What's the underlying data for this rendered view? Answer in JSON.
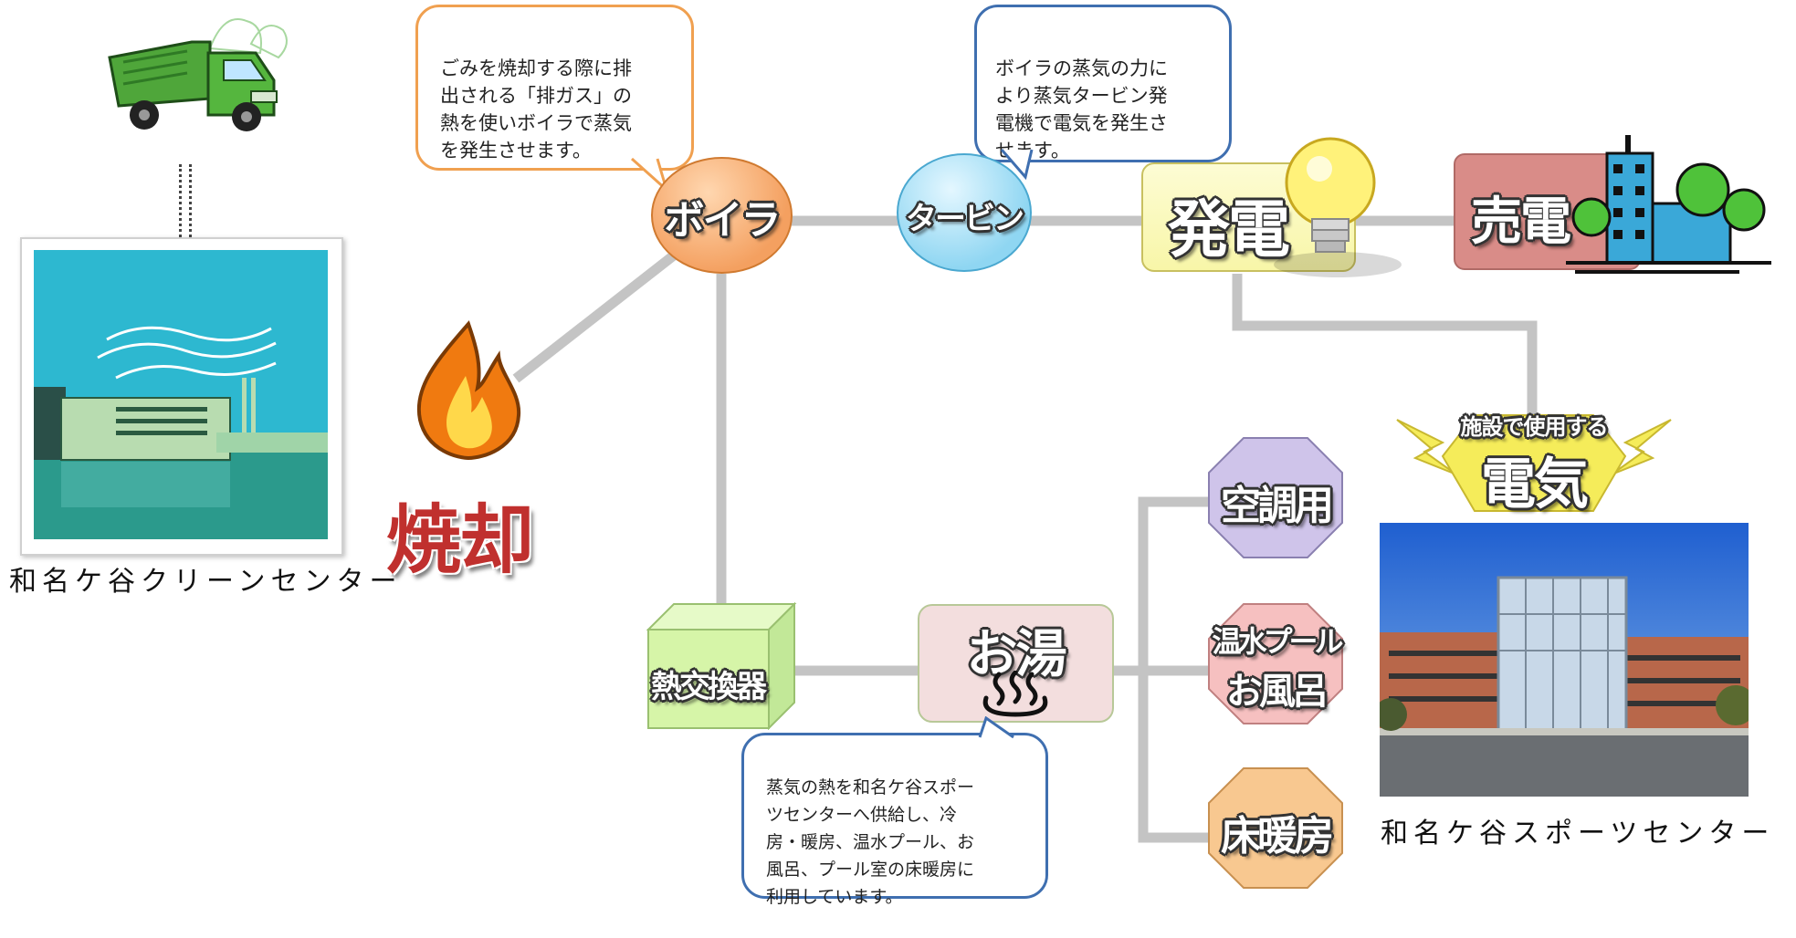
{
  "callouts": {
    "boiler": "ごみを焼却する際に排\n出される「排ガス」の\n熱を使いボイラで蒸気\nを発生させます。",
    "turbine": "ボイラの蒸気の力に\nより蒸気タービン発\n電機で電気を発生さ\nせます。",
    "hot_water": "蒸気の熱を和名ケ谷スポー\nツセンターへ供給し、冷\n房・暖房、温水プール、お\n風呂、プール室の床暖房に\n利用しています。"
  },
  "nodes": {
    "boiler": "ボイラ",
    "turbine": "タービン",
    "generation": "発電",
    "selling": "売電",
    "incineration": "焼却",
    "heat_exchanger": "熱交換器",
    "hot_water": "お湯",
    "air_conditioning": "空調用",
    "pool_line1": "温水プール",
    "pool_line2": "お風呂",
    "floor_heating": "床暖房",
    "facility_power_small": "施設で使用する",
    "facility_power_big": "電気"
  },
  "captions": {
    "clean_center": "和名ケ谷クリーンセンター",
    "sports_center": "和名ケ谷スポーツセンター"
  },
  "colors": {
    "boiler_callout_border": "#f0a050",
    "turbine_callout_border": "#3f6fb0",
    "hot_water_callout_border": "#3f6fb0",
    "connector": "#c4c4c4",
    "boiler_fill": "#f4a060",
    "turbine_fill": "#8fd6f2",
    "generation_fill": "#f8f6a8",
    "selling_fill": "#d98c88",
    "incineration_text": "#c0302e",
    "heat_exchanger_fill": "#d6f5a8",
    "hot_water_fill": "#f3dede",
    "air_conditioning_fill": "#cfc4ea",
    "pool_fill": "#f6c0c0",
    "floor_heating_fill": "#f8c890",
    "facility_power_fill": "#f5ec5a"
  }
}
